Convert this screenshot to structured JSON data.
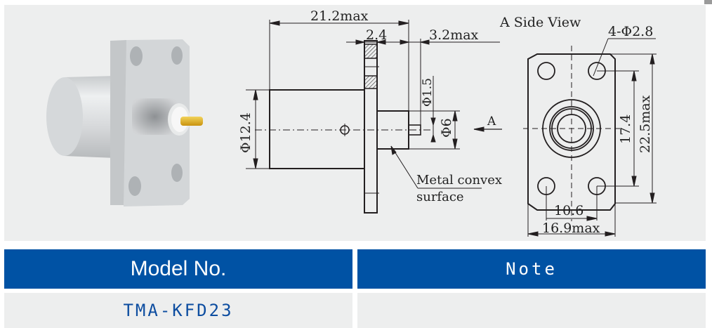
{
  "drawing": {
    "product_image": "tma-flange-connector-render",
    "side_view_title": "A Side View",
    "view_arrow_label": "A",
    "dimensions": {
      "overall_length": "21.2max",
      "flange_thickness": "2.4",
      "pin_length": "3.2max",
      "body_diameter": "Φ12.4",
      "pin_diameter": "Φ1.5",
      "insulator_diameter": "Φ6",
      "mounting_holes": "4-Φ2.8",
      "hole_vertical_spacing": "17.4",
      "flange_height": "22.5max",
      "hole_horizontal_spacing": "10.6",
      "flange_width": "16.9max"
    },
    "annotation_line1": "Metal convex",
    "annotation_line2": "surface"
  },
  "table": {
    "headers": [
      "Model No.",
      "Note"
    ],
    "rows": [
      [
        "TMA-KFD23",
        ""
      ]
    ]
  },
  "colors": {
    "header_bg": "#0052a4",
    "model_text": "#0d4da0",
    "panel_bg": "#edeeee"
  }
}
